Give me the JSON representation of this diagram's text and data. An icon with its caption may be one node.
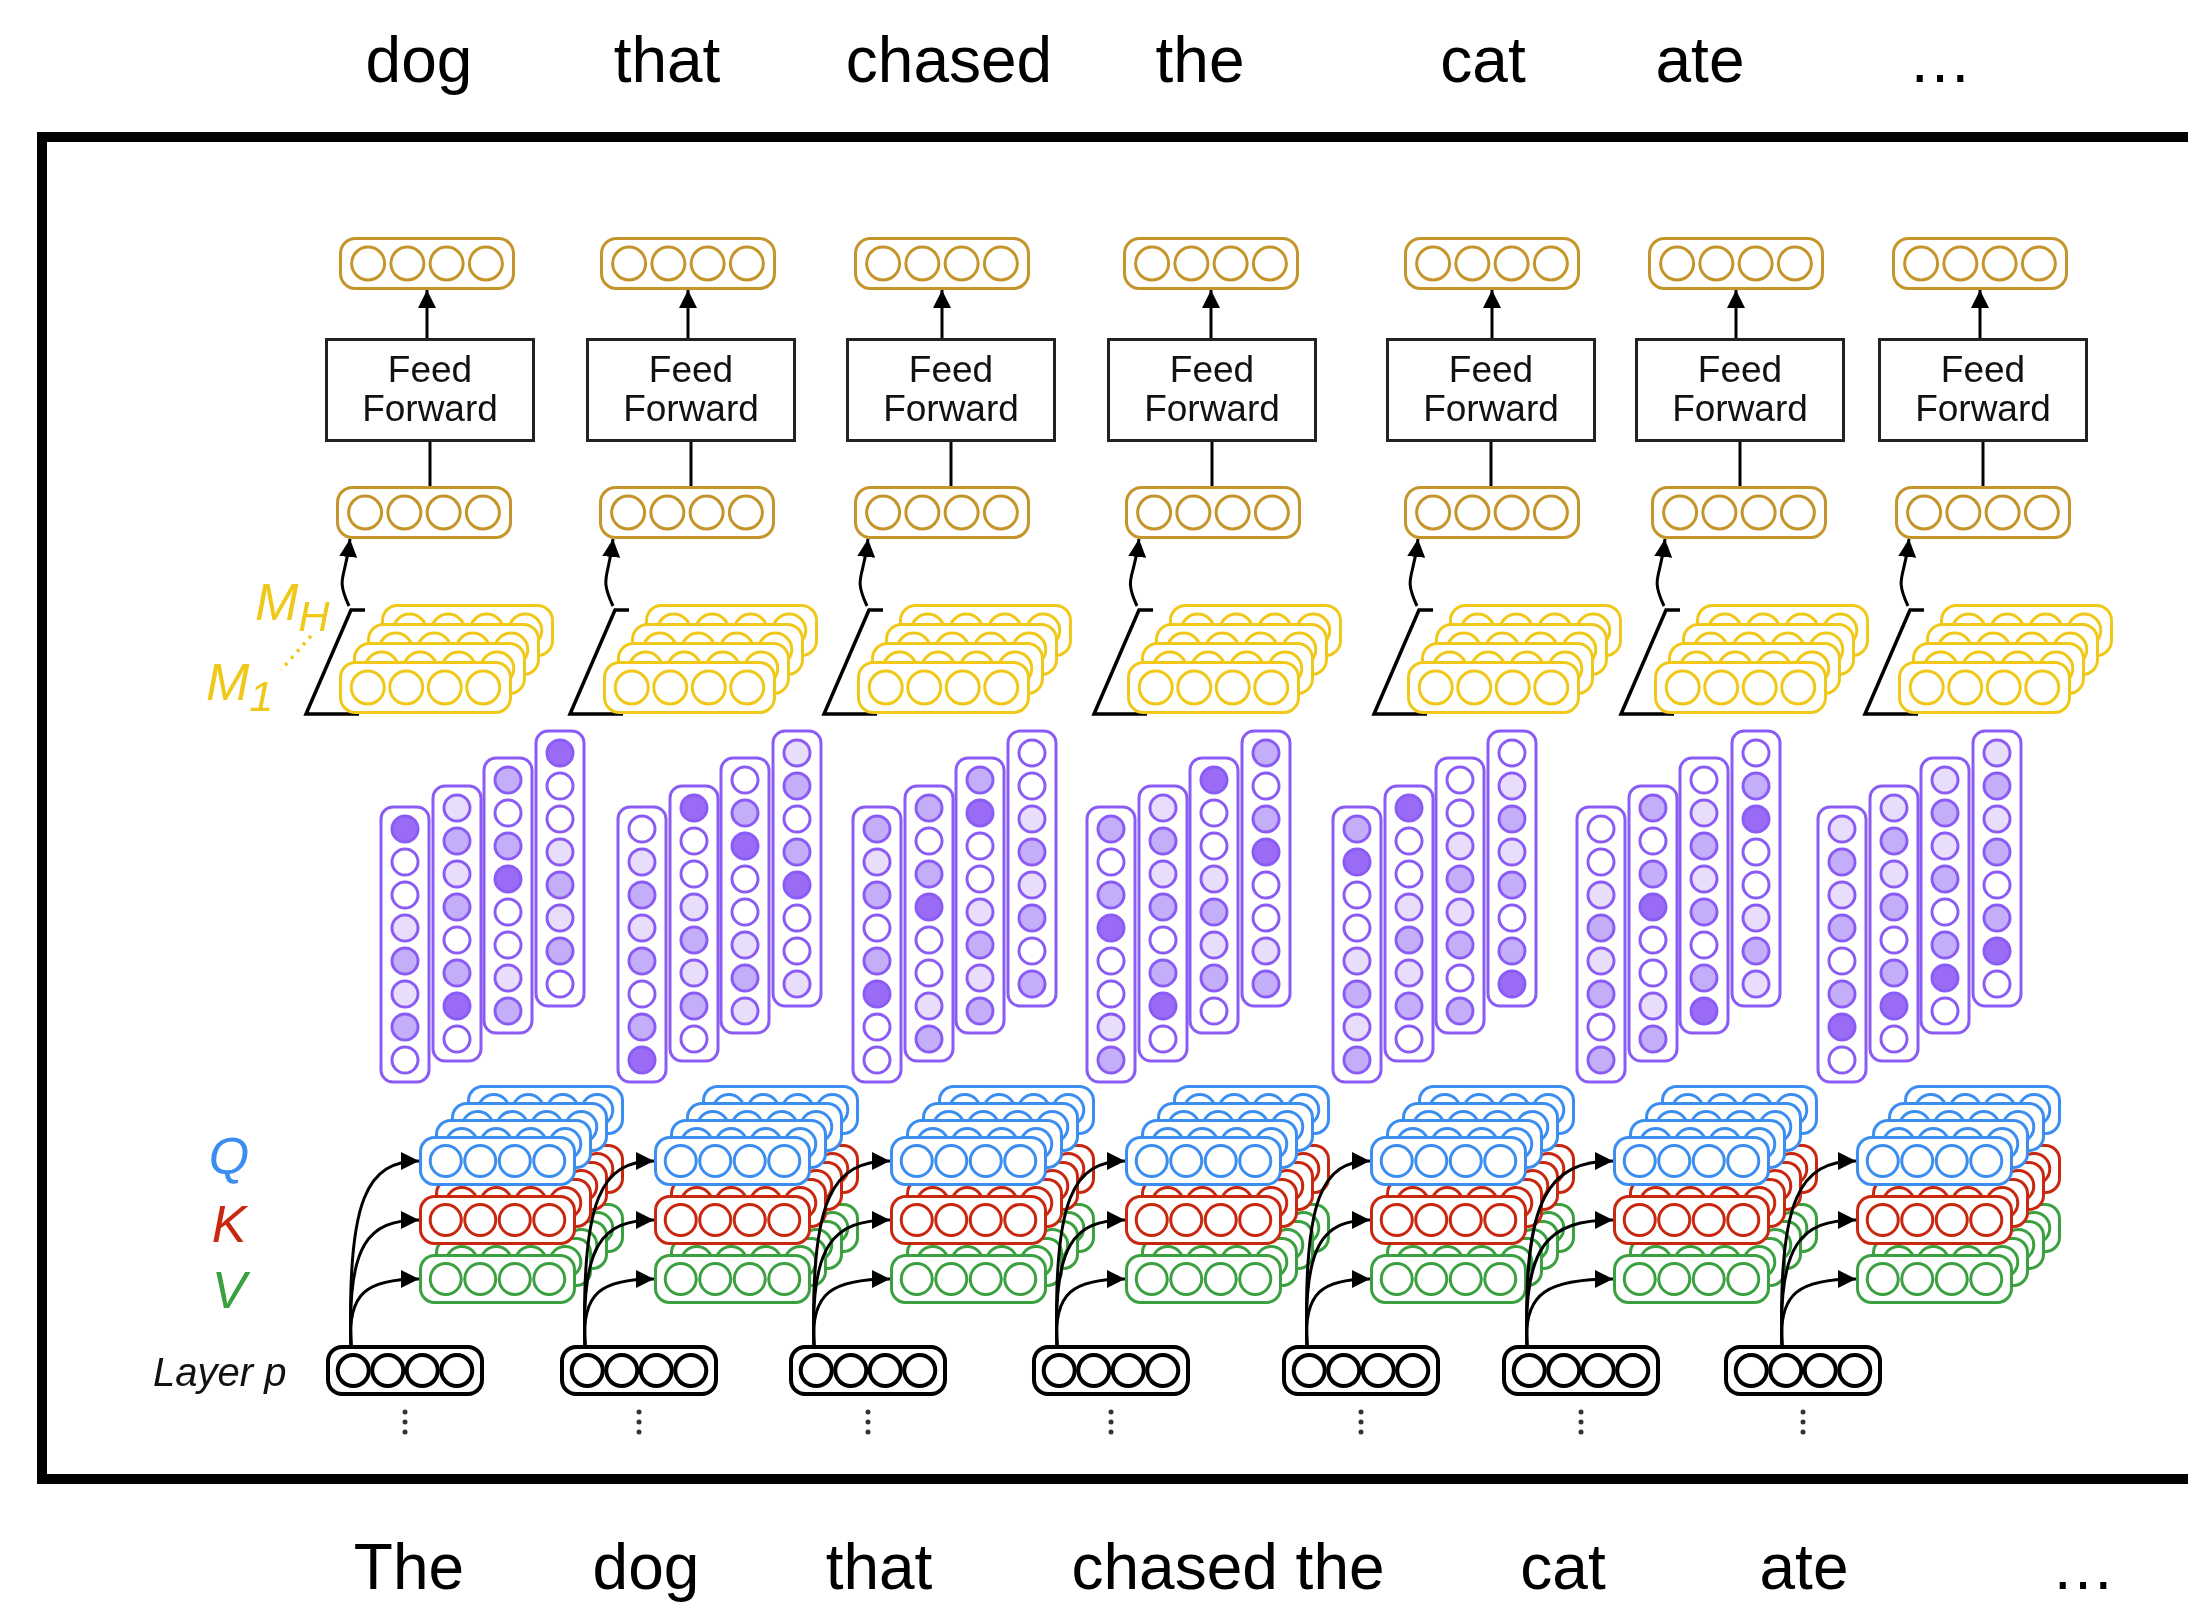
{
  "diagram": {
    "nodes": [
      {
        "text": [],
        "shape": "box"
      },
      {
        "text": [],
        "shape": "box"
      },
      {
        "text": [],
        "shape": "box"
      },
      {
        "text": [],
        "shape": "box"
      },
      {
        "text": [],
        "shape": "box"
      },
      {
        "text": [],
        "shape": "box"
      },
      {
        "text": [],
        "shape": "box"
      },
      {
        "text": [
          "Feed Forward"
        ]
      },
      {
        "text": [
          "Feed Forward"
        ]
      },
      {
        "text": [
          "Feed Forward"
        ]
      },
      {
        "text": [
          "Feed Forward"
        ]
      },
      {
        "text": [
          "Feed Forward"
        ]
      },
      {
        "text": [
          "Feed Forward"
        ]
      },
      {
        "text": [
          "Feed Forward"
        ]
      },
      {
        "text": [],
        "shape": "box"
      },
      {
        "text": [],
        "shape": "box"
      },
      {
        "text": [],
        "shape": "box"
      },
      {
        "text": [],
        "shape": "box"
      },
      {
        "text": [],
        "shape": "box"
      },
      {
        "text": [],
        "shape": "box"
      },
      {
        "text": [],
        "shape": "box"
      },
      {
        "text": [],
        "shape": "box"
      },
      {
        "text": [],
        "shape": "box"
      },
      {
        "text": [],
        "shape": "box"
      },
      {
        "text": [],
        "shape": "box"
      },
      {
        "text": [],
        "shape": "box"
      },
      {
        "text": [],
        "shape": "box"
      },
      {
        "text": [],
        "shape": "box"
      },
      {
        "text": [],
        "shape": "box"
      },
      {
        "text": [],
        "shape": "box"
      },
      {
        "text": [],
        "shape": "box"
      },
      {
        "text": [],
        "shape": "box"
      },
      {
        "text": [],
        "shape": "box"
      },
      {
        "text": [],
        "shape": "box"
      },
      {
        "text": [],
        "shape": "box"
      },
      {
        "text": [],
        "shape": "box"
      },
      {
        "text": [],
        "shape": "box"
      },
      {
        "text": [],
        "shape": "box"
      },
      {
        "text": [],
        "shape": "box"
      },
      {
        "text": [],
        "shape": "box"
      },
      {
        "text": [],
        "shape": "box"
      },
      {
        "text": [],
        "shape": "box"
      },
      {
        "text": [],
        "shape": "box"
      },
      {
        "text": [],
        "shape": "box"
      },
      {
        "text": [],
        "shape": "box"
      },
      {
        "text": [],
        "shape": "box"
      },
      {
        "text": [],
        "shape": "box"
      },
      {
        "text": [],
        "shape": "box"
      },
      {
        "text": [],
        "shape": "box"
      },
      {
        "text": [],
        "shape": "box"
      },
      {
        "text": [],
        "shape": "box"
      },
      {
        "text": [],
        "shape": "box"
      },
      {
        "text": [],
        "shape": "box"
      },
      {
        "text": [],
        "shape": "box"
      },
      {
        "text": [],
        "shape": "box"
      },
      {
        "text": [],
        "shape": "box"
      }
    ],
    "edges": [
      {
        "from": 7,
        "to": 0,
        "arrow": "to"
      },
      {
        "from": 14,
        "to": 7,
        "arrow": "none"
      },
      {
        "from": 21,
        "to": 14,
        "arrow": "to"
      },
      {
        "from": 49,
        "to": 28,
        "arrow": "to"
      },
      {
        "from": 49,
        "to": 35,
        "arrow": "to"
      },
      {
        "from": 49,
        "to": 42,
        "arrow": "to"
      },
      {
        "from": 8,
        "to": 1,
        "arrow": "to"
      },
      {
        "from": 15,
        "to": 8,
        "arrow": "none"
      },
      {
        "from": 22,
        "to": 15,
        "arrow": "to"
      },
      {
        "from": 50,
        "to": 29,
        "arrow": "to"
      },
      {
        "from": 50,
        "to": 36,
        "arrow": "to"
      },
      {
        "from": 50,
        "to": 43,
        "arrow": "to"
      },
      {
        "from": 9,
        "to": 2,
        "arrow": "to"
      },
      {
        "from": 16,
        "to": 9,
        "arrow": "none"
      },
      {
        "from": 23,
        "to": 16,
        "arrow": "to"
      },
      {
        "from": 51,
        "to": 30,
        "arrow": "to"
      },
      {
        "from": 51,
        "to": 37,
        "arrow": "to"
      },
      {
        "from": 51,
        "to": 44,
        "arrow": "to"
      },
      {
        "from": 10,
        "to": 3,
        "arrow": "to"
      },
      {
        "from": 17,
        "to": 10,
        "arrow": "none"
      },
      {
        "from": 24,
        "to": 17,
        "arrow": "to"
      },
      {
        "from": 52,
        "to": 31,
        "arrow": "to"
      },
      {
        "from": 52,
        "to": 38,
        "arrow": "to"
      },
      {
        "from": 52,
        "to": 45,
        "arrow": "to"
      },
      {
        "from": 11,
        "to": 4,
        "arrow": "to"
      },
      {
        "from": 18,
        "to": 11,
        "arrow": "none"
      },
      {
        "from": 25,
        "to": 18,
        "arrow": "to"
      },
      {
        "from": 53,
        "to": 32,
        "arrow": "to"
      },
      {
        "from": 53,
        "to": 39,
        "arrow": "to"
      },
      {
        "from": 53,
        "to": 46,
        "arrow": "to"
      },
      {
        "from": 12,
        "to": 5,
        "arrow": "to"
      },
      {
        "from": 19,
        "to": 12,
        "arrow": "none"
      },
      {
        "from": 26,
        "to": 19,
        "arrow": "to"
      },
      {
        "from": 54,
        "to": 33,
        "arrow": "to"
      },
      {
        "from": 54,
        "to": 40,
        "arrow": "to"
      },
      {
        "from": 54,
        "to": 47,
        "arrow": "to"
      },
      {
        "from": 13,
        "to": 6,
        "arrow": "to"
      },
      {
        "from": 20,
        "to": 13,
        "arrow": "none"
      },
      {
        "from": 27,
        "to": 20,
        "arrow": "to"
      },
      {
        "from": 55,
        "to": 34,
        "arrow": "to"
      },
      {
        "from": 55,
        "to": 41,
        "arrow": "to"
      },
      {
        "from": 55,
        "to": 48,
        "arrow": "to"
      }
    ],
    "labels": [
      "dog",
      "that",
      "chased",
      "the",
      "cat",
      "ate",
      "…",
      "M$_{H}$",
      "M$_{1}$",
      "Q",
      "K",
      "V",
      "Layer p",
      "The",
      "dog",
      "that",
      "chased the",
      "cat",
      "ate",
      "…"
    ]
  }
}
